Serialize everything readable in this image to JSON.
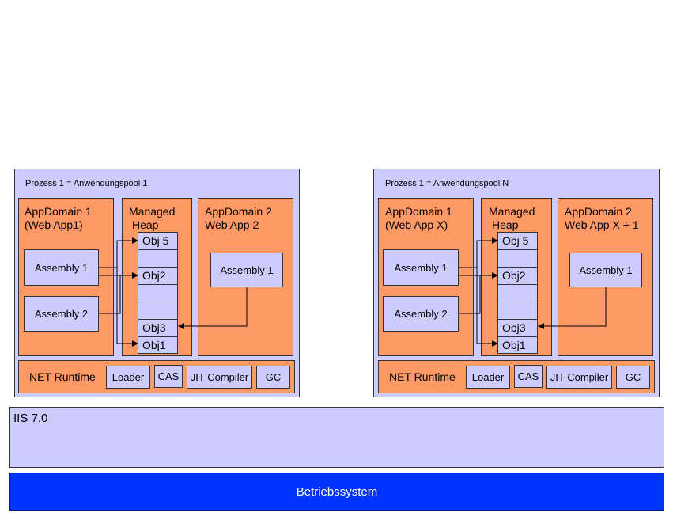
{
  "processes": [
    {
      "label": "Prozess 1 = Anwendungspool 1",
      "appdomain_left": {
        "line1": "AppDomain 1",
        "line2": "(Web App1)"
      },
      "heap": {
        "line1": "Managed",
        "line2": "Heap",
        "cells": [
          "Obj 5",
          "",
          "Obj2",
          "",
          "",
          "Obj3",
          "Obj1"
        ]
      },
      "appdomain_right": {
        "line1": "AppDomain 2",
        "line2": "Web App 2"
      },
      "assemblies_left": [
        "Assembly 1",
        "Assembly 2"
      ],
      "assembly_right": "Assembly 1",
      "runtime": {
        "label": "NET Runtime",
        "items": [
          "Loader",
          "CAS",
          "JIT Compiler",
          "GC"
        ]
      }
    },
    {
      "label": "Prozess 1 = Anwendungspool N",
      "appdomain_left": {
        "line1": "AppDomain 1",
        "line2": "(Web App X)"
      },
      "heap": {
        "line1": "Managed",
        "line2": "Heap",
        "cells": [
          "Obj 5",
          "",
          "Obj2",
          "",
          "",
          "Obj3",
          "Obj1"
        ]
      },
      "appdomain_right": {
        "line1": "AppDomain 2",
        "line2": "Web App X + 1"
      },
      "assemblies_left": [
        "Assembly 1",
        "Assembly 2"
      ],
      "assembly_right": "Assembly 1",
      "runtime": {
        "label": "NET Runtime",
        "items": [
          "Loader",
          "CAS",
          "JIT Compiler",
          "GC"
        ]
      }
    }
  ],
  "iis": {
    "label": "IIS 7.0"
  },
  "os": {
    "label": "Betriebssystem"
  },
  "colors": {
    "lavender": "#ccccff",
    "orange": "#ff9966",
    "os_blue": "#0033ff"
  }
}
